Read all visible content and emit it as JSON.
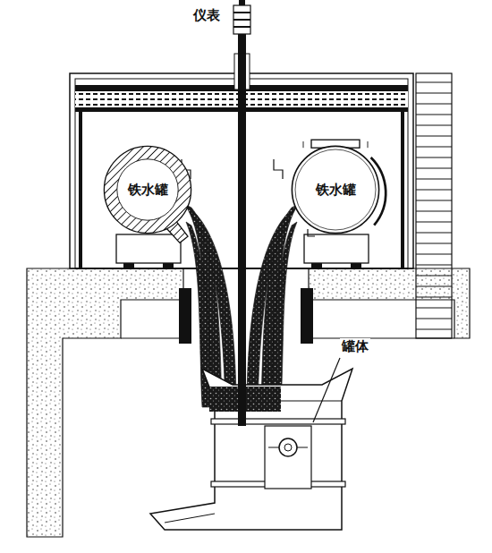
{
  "diagram": {
    "nodes": [
      {
        "text": [
          "铁水罐"
        ]
      },
      {
        "text": [
          "铁水罐"
        ]
      }
    ],
    "edges": [],
    "labels": [
      "仪表",
      "罐体"
    ]
  }
}
